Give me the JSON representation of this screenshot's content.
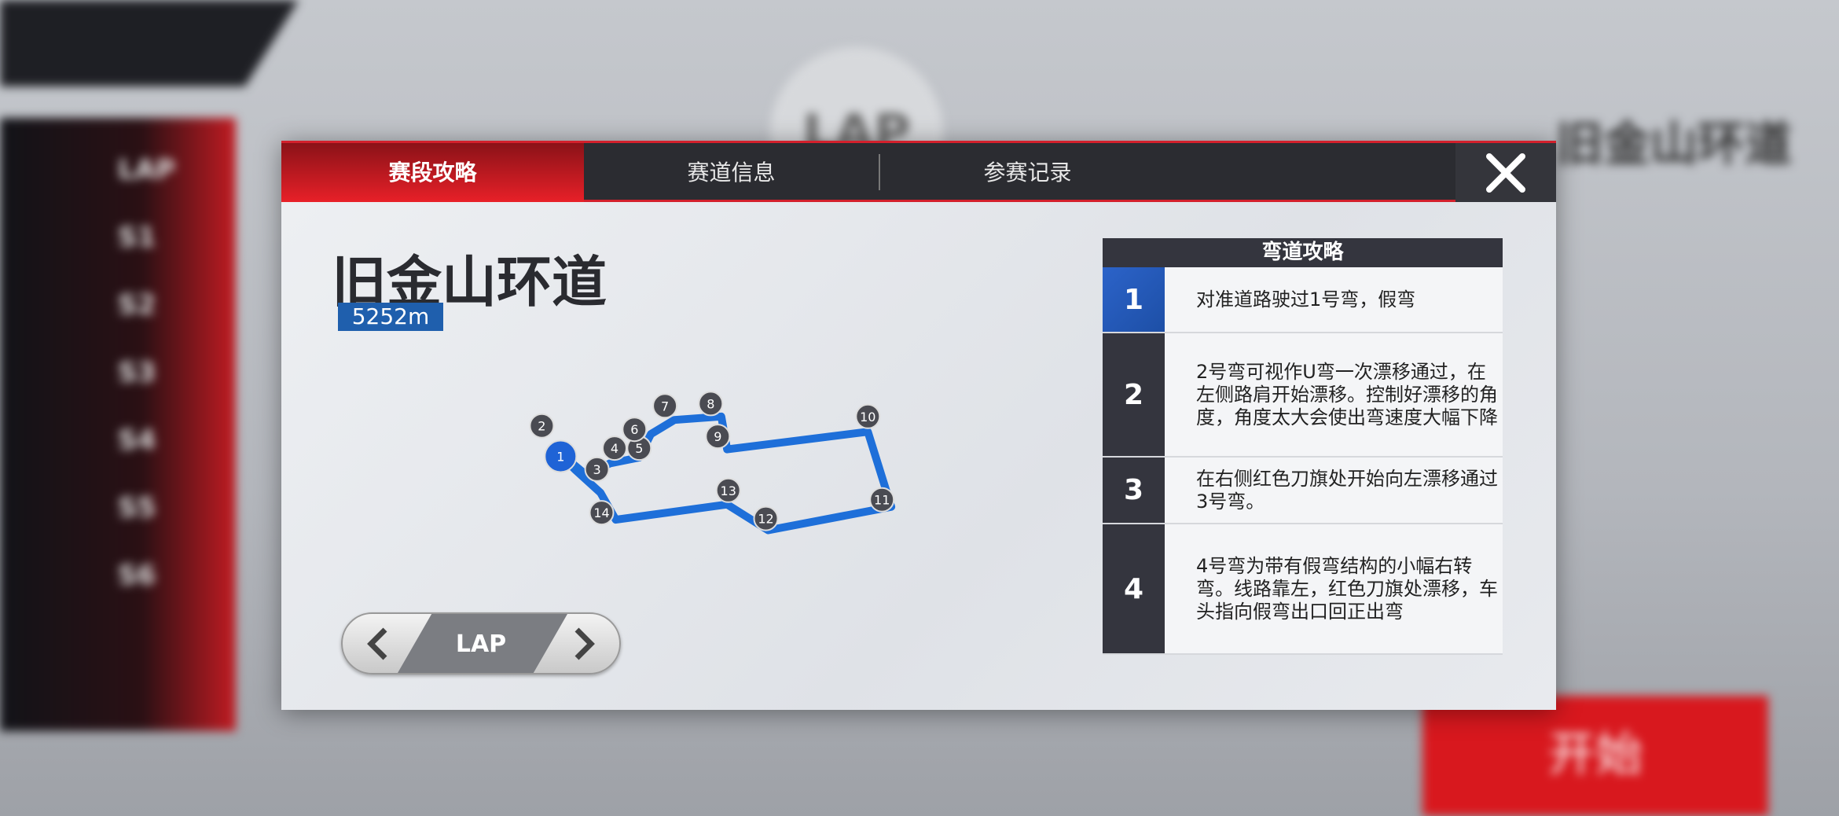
{
  "background": {
    "side_labels": [
      "LAP",
      "S1",
      "S2",
      "S3",
      "S4",
      "S5",
      "S6"
    ],
    "lap_badge": "LAP",
    "track_title": "旧金山环道",
    "start_button": "开始"
  },
  "dialog": {
    "tabs": [
      {
        "label": "赛段攻略",
        "active": true
      },
      {
        "label": "赛道信息",
        "active": false
      },
      {
        "label": "参赛记录",
        "active": false
      }
    ],
    "close_icon": "close-x-icon",
    "track_name": "旧金山环道",
    "track_length": "5252m",
    "map_nodes": [
      "1",
      "2",
      "3",
      "4",
      "5",
      "6",
      "7",
      "8",
      "9",
      "10",
      "11",
      "12",
      "13",
      "14"
    ],
    "nav": {
      "label": "LAP",
      "prev_icon": "chevron-left-icon",
      "next_icon": "chevron-right-icon"
    },
    "corner_guide": {
      "title": "弯道攻略",
      "rows": [
        {
          "num": "1",
          "text": "对准道路驶过1号弯，假弯"
        },
        {
          "num": "2",
          "text": "2号弯可视作U弯一次漂移通过，在左侧路肩开始漂移。控制好漂移的角度，角度太大会使出弯速度大幅下降"
        },
        {
          "num": "3",
          "text": "在右侧红色刀旗处开始向左漂移通过3号弯。"
        },
        {
          "num": "4",
          "text": "4号弯为带有假弯结构的小幅右转弯。线路靠左，红色刀旗处漂移，车头指向假弯出口回正出弯"
        }
      ]
    },
    "colors": {
      "accent_red": "#d3202c",
      "track_blue": "#1e6fd9",
      "active_blue": "#2c63c9"
    }
  }
}
